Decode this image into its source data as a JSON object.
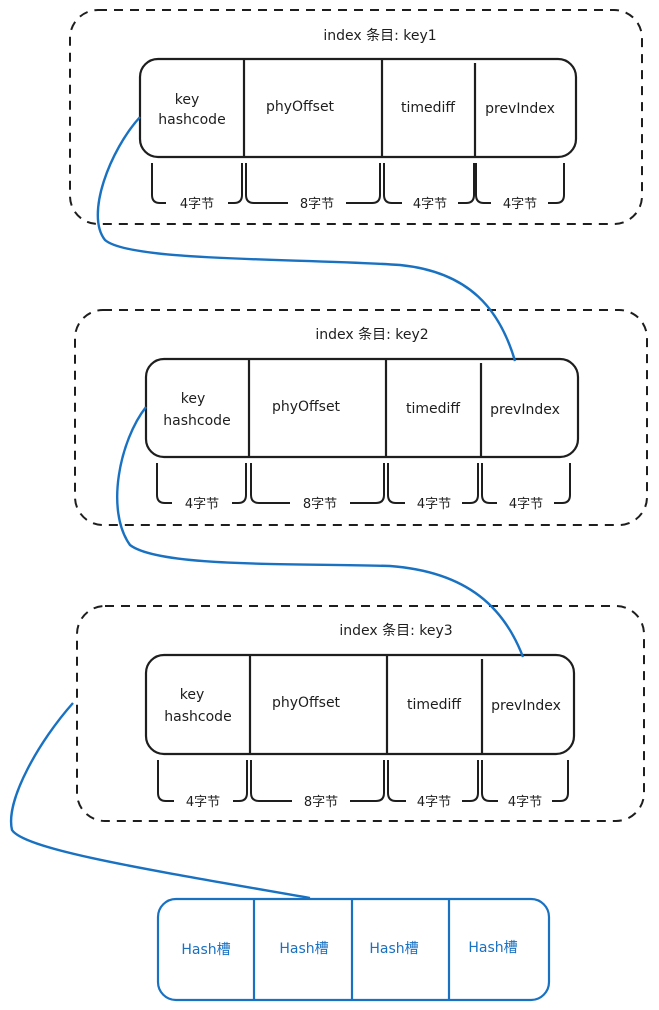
{
  "entries": [
    {
      "title": "index 条目: key1",
      "fields": [
        {
          "name": "key hashcode",
          "lines": [
            "key",
            "hashcode"
          ],
          "size": "4字节"
        },
        {
          "name": "phyOffset",
          "lines": [
            "phyOffset"
          ],
          "size": "8字节"
        },
        {
          "name": "timediff",
          "lines": [
            "timediff"
          ],
          "size": "4字节"
        },
        {
          "name": "prevIndex",
          "lines": [
            "prevIndex"
          ],
          "size": "4字节"
        }
      ]
    },
    {
      "title": "index 条目: key2",
      "fields": [
        {
          "name": "key hashcode",
          "lines": [
            "key",
            "hashcode"
          ],
          "size": "4字节"
        },
        {
          "name": "phyOffset",
          "lines": [
            "phyOffset"
          ],
          "size": "8字节"
        },
        {
          "name": "timediff",
          "lines": [
            "timediff"
          ],
          "size": "4字节"
        },
        {
          "name": "prevIndex",
          "lines": [
            "prevIndex"
          ],
          "size": "4字节"
        }
      ]
    },
    {
      "title": "index 条目: key3",
      "fields": [
        {
          "name": "key hashcode",
          "lines": [
            "key",
            "hashcode"
          ],
          "size": "4字节"
        },
        {
          "name": "phyOffset",
          "lines": [
            "phyOffset"
          ],
          "size": "8字节"
        },
        {
          "name": "timediff",
          "lines": [
            "timediff"
          ],
          "size": "4字节"
        },
        {
          "name": "prevIndex",
          "lines": [
            "prevIndex"
          ],
          "size": "4字节"
        }
      ]
    }
  ],
  "hash_slots": [
    "Hash槽",
    "Hash槽",
    "Hash槽",
    "Hash槽"
  ],
  "colors": {
    "stroke": "#1e1e1e",
    "connector": "#1971c2",
    "hash_slot": "#1971c2",
    "background": "#ffffff"
  }
}
